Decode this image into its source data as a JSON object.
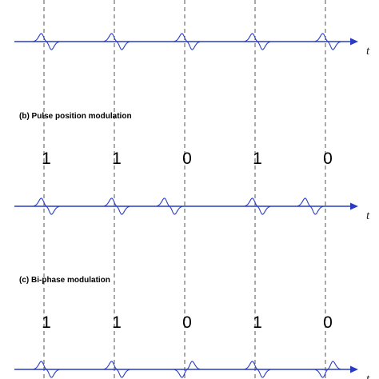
{
  "panels": [
    {
      "id": "a",
      "caption": "",
      "bits": [],
      "time_label": "t",
      "pulse_polarity": [
        1,
        1,
        1,
        1,
        1
      ],
      "pulse_shift": [
        0,
        0,
        0,
        0,
        0
      ]
    },
    {
      "id": "b",
      "caption": "(b) Pulse position modulation",
      "bits": [
        "1",
        "1",
        "0",
        "1",
        "0"
      ],
      "time_label": "t",
      "pulse_polarity": [
        1,
        1,
        1,
        1,
        1
      ],
      "pulse_shift": [
        0,
        0,
        -1,
        0,
        -1
      ]
    },
    {
      "id": "c",
      "caption": "(c) Bi-phase modulation",
      "bits": [
        "1",
        "1",
        "0",
        "1",
        "0"
      ],
      "time_label": "t",
      "pulse_polarity": [
        1,
        1,
        -1,
        1,
        -1
      ],
      "pulse_shift": [
        0,
        0,
        0,
        0,
        0
      ]
    }
  ],
  "colors": {
    "waveform": "#2a3cc0",
    "guide": "#555555"
  }
}
